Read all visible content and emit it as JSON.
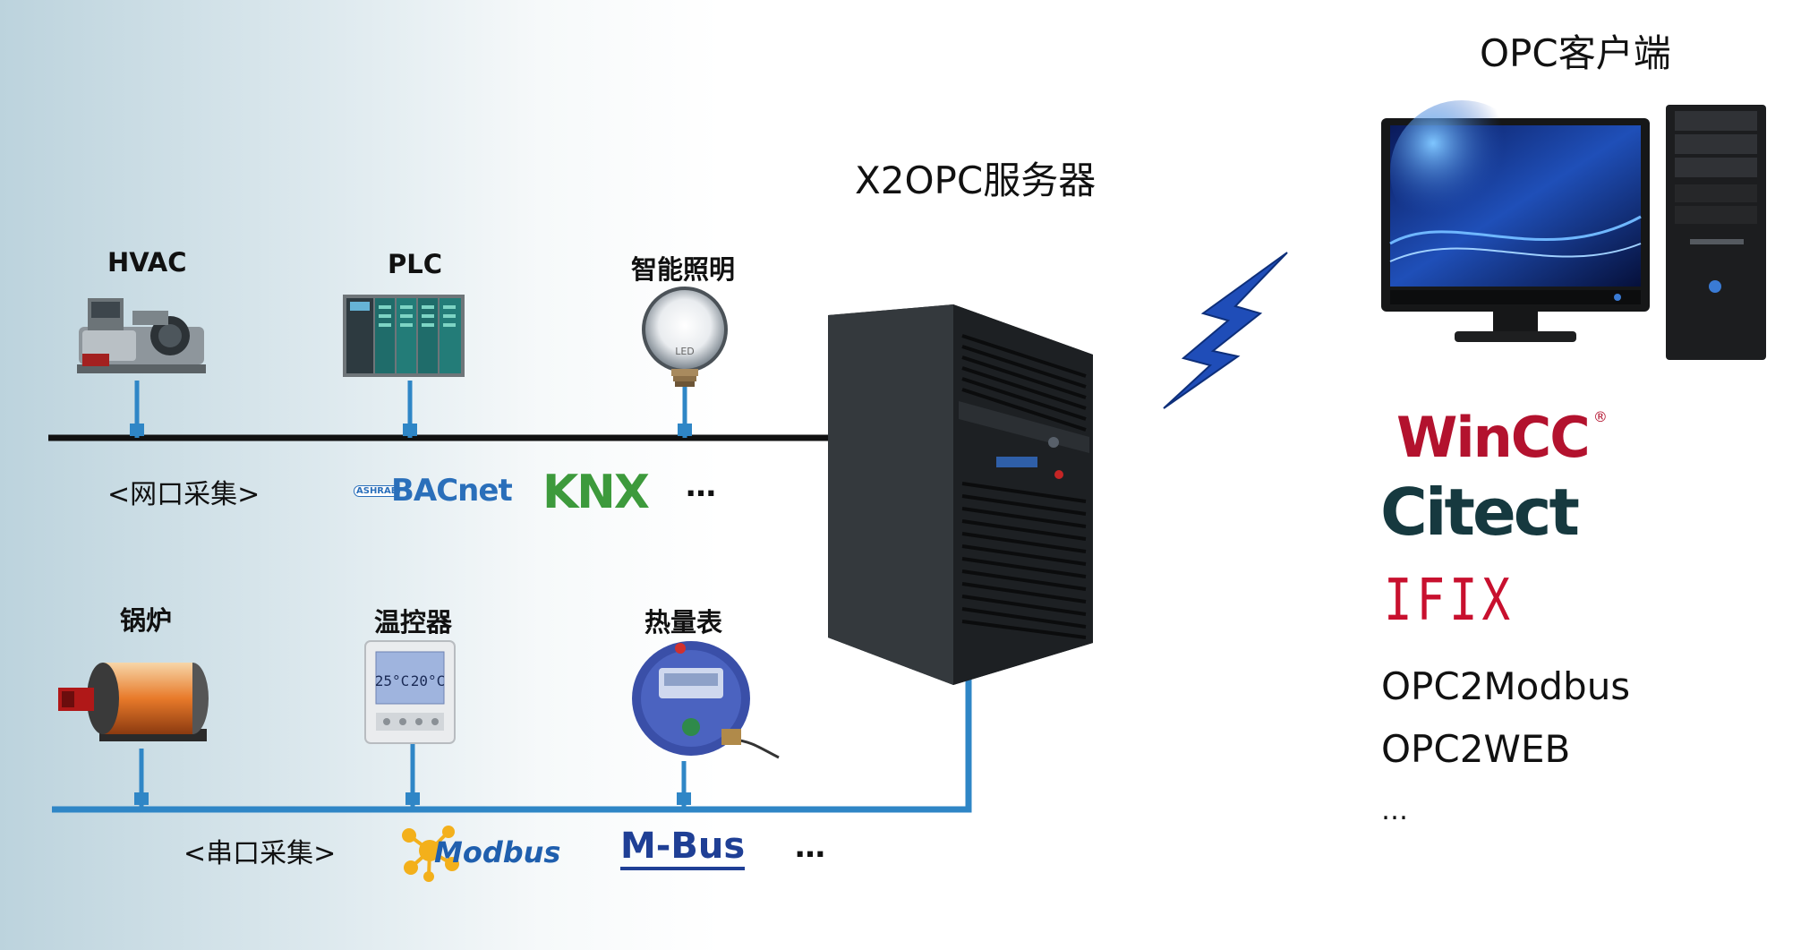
{
  "server": {
    "title": "X2OPC服务器"
  },
  "client": {
    "title": "OPC客户端"
  },
  "network_bus": {
    "devices": [
      "HVAC",
      "PLC",
      "智能照明"
    ],
    "caption": "<网口采集>",
    "protocols": [
      "BACnet",
      "KNX",
      "…"
    ]
  },
  "serial_bus": {
    "devices": [
      "锅炉",
      "温控器",
      "热量表"
    ],
    "caption": "<串口采集>",
    "protocols": [
      "Modbus",
      "M-Bus",
      "…"
    ]
  },
  "thermostat_display": {
    "left": "25°C",
    "right": "20°C"
  },
  "led_text": "LED",
  "ashrae_text": "ASHRAE",
  "clients": {
    "logos": [
      "WinCC",
      "Citect",
      "IFIX"
    ],
    "wincc_mark": "®",
    "texts": [
      "OPC2Modbus",
      "OPC2WEB",
      "…"
    ]
  },
  "colors": {
    "network_line": "#111111",
    "serial_line": "#2f86c6",
    "lightning": "#1f4db8",
    "wincc": "#b3122e",
    "citect": "#16393f",
    "ifix": "#c8102e",
    "bacnet": "#2a6fba",
    "knx_green": "#3d9a3c"
  }
}
